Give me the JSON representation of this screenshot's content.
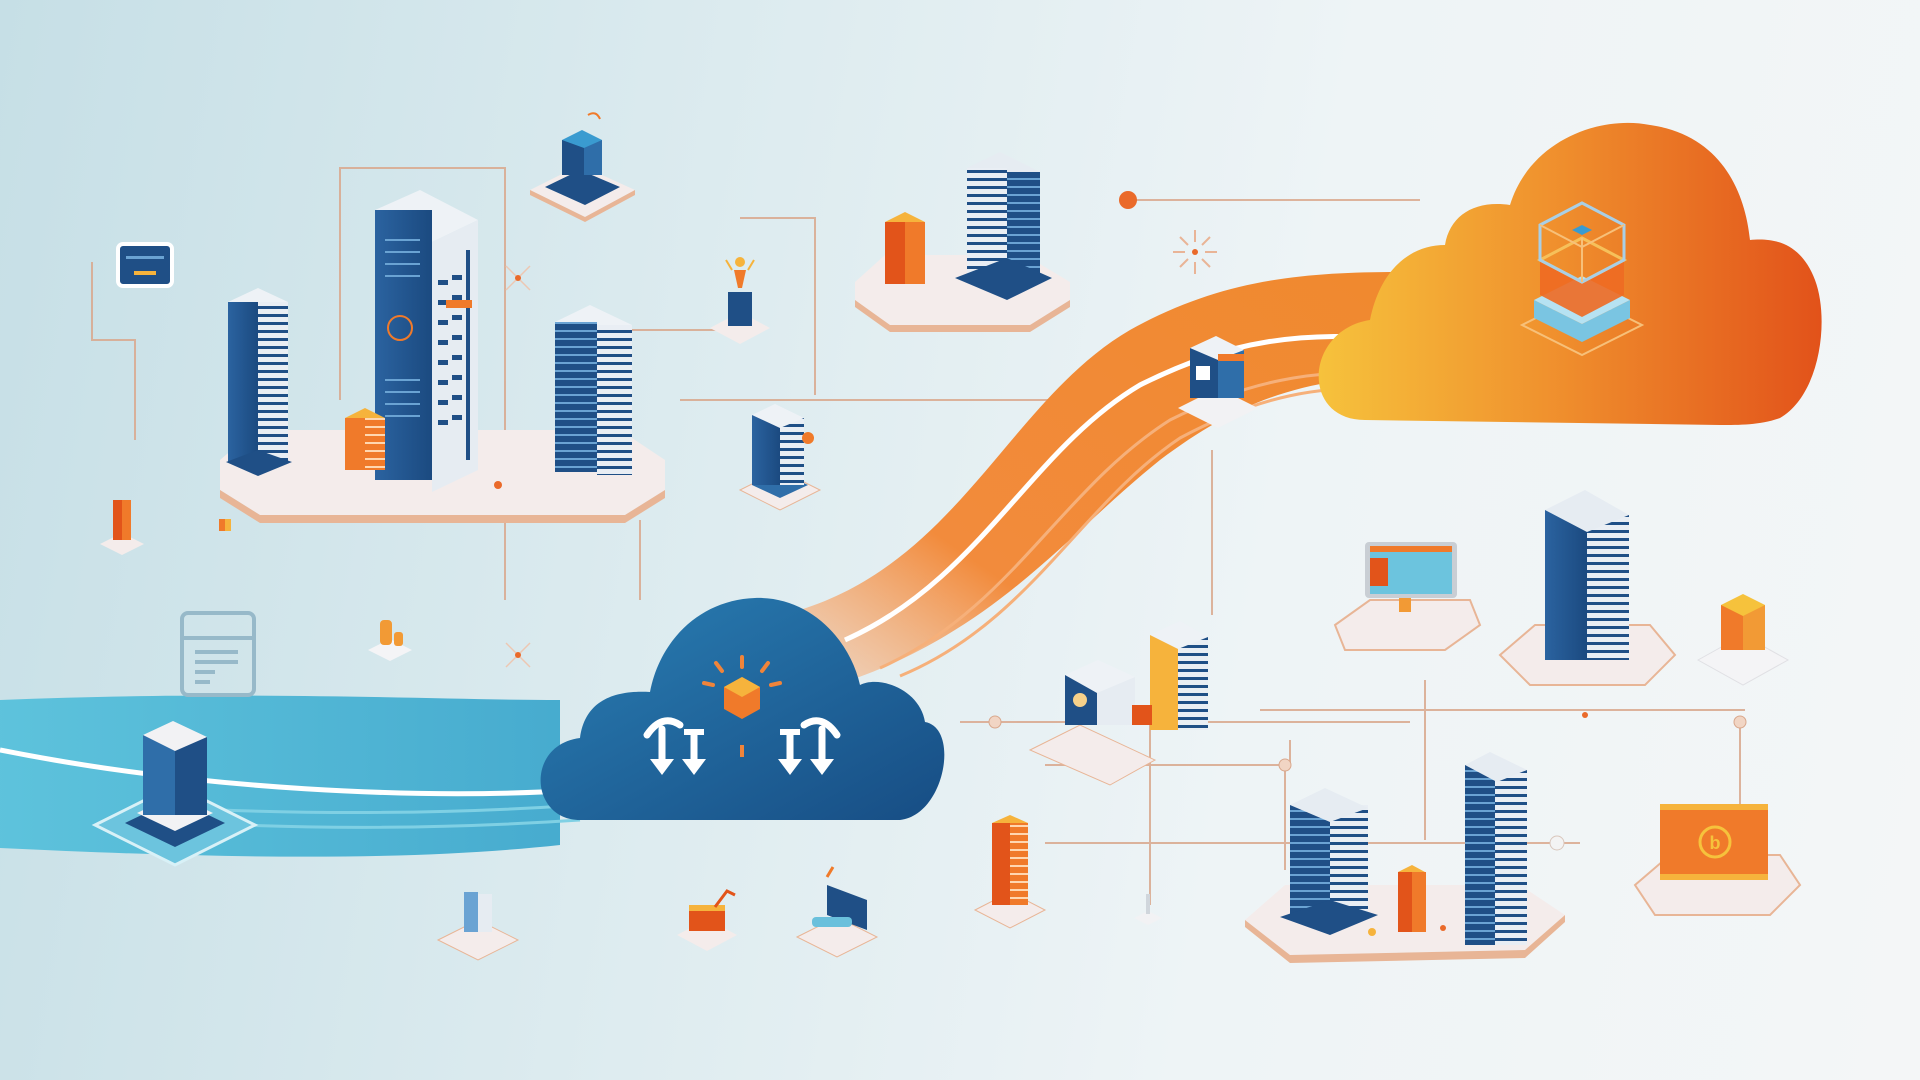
{
  "diagram": {
    "type": "isometric-network-illustration",
    "theme": "hybrid cloud connectivity",
    "colors": {
      "background_left": "#c6dfe6",
      "background_right": "#f4f6f7",
      "navy": "#1f4f86",
      "navy_dark": "#163c6a",
      "building_light": "#e6ecf2",
      "orange": "#f07a2a",
      "orange_dark": "#e2541a",
      "orange_light": "#f6b33c",
      "cyan_stream": "#4bb7d4",
      "platform": "#f3ecea",
      "platform_edge": "#e9b496",
      "connector": "#d9a78c"
    },
    "clouds": [
      {
        "id": "public-cloud",
        "label": "",
        "color": "orange",
        "icon": "isometric-cube-stack-icon",
        "position": "top-right"
      },
      {
        "id": "private-cloud",
        "label": "",
        "color": "navy",
        "icon": "box-with-up-down-arrows-icon",
        "position": "center"
      }
    ],
    "streams": [
      {
        "id": "data-stream-orange",
        "from": "private-cloud",
        "to": "public-cloud",
        "color": "orange"
      },
      {
        "id": "data-stream-cyan",
        "from": "left-edge",
        "to": "private-cloud",
        "color": "cyan"
      }
    ],
    "nodes": [
      {
        "id": "datacenter-campus",
        "kind": "building-cluster",
        "count": 4
      },
      {
        "id": "top-server-kiosk",
        "kind": "server"
      },
      {
        "id": "top-office-pair",
        "kind": "building-cluster",
        "count": 2
      },
      {
        "id": "lamp-beacon",
        "kind": "beacon"
      },
      {
        "id": "mid-tower",
        "kind": "building"
      },
      {
        "id": "stream-router",
        "kind": "server"
      },
      {
        "id": "left-panel",
        "kind": "ui-panel"
      },
      {
        "id": "left-orange-block",
        "kind": "storage"
      },
      {
        "id": "document-outline",
        "kind": "document"
      },
      {
        "id": "coin-stack",
        "kind": "storage"
      },
      {
        "id": "edge-server",
        "kind": "server"
      },
      {
        "id": "bottom-device-left",
        "kind": "device"
      },
      {
        "id": "bottom-toolbox",
        "kind": "device"
      },
      {
        "id": "bottom-laptop",
        "kind": "laptop"
      },
      {
        "id": "compute-pair",
        "kind": "server-cluster",
        "count": 2
      },
      {
        "id": "orange-tower",
        "kind": "building"
      },
      {
        "id": "monitor-desk",
        "kind": "monitor"
      },
      {
        "id": "right-skyscraper",
        "kind": "building"
      },
      {
        "id": "gold-cube",
        "kind": "storage"
      },
      {
        "id": "bottom-campus",
        "kind": "building-cluster",
        "count": 3
      },
      {
        "id": "orange-display",
        "kind": "monitor"
      }
    ]
  }
}
